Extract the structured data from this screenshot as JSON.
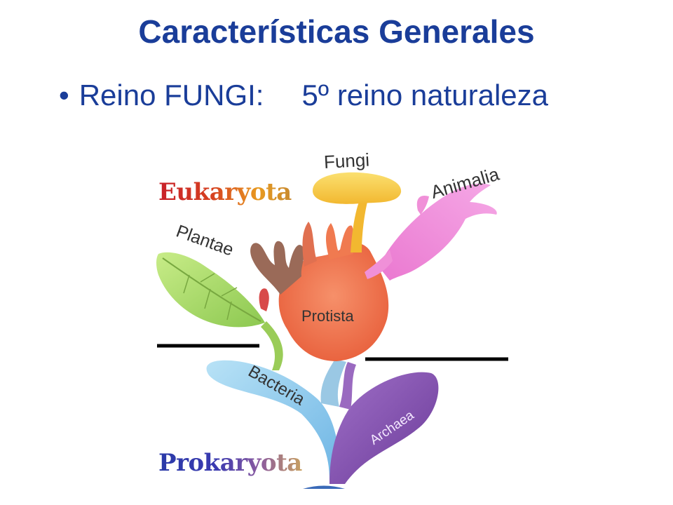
{
  "slide": {
    "title": "Características Generales",
    "bullet": {
      "label": "Reino FUNGI:",
      "value": "5º reino naturaleza"
    }
  },
  "diagram": {
    "domains": {
      "eukaryota": "Eukaryota",
      "prokaryota": "Prokaryota"
    },
    "kingdoms": {
      "fungi": "Fungi",
      "animalia": "Animalia",
      "plantae": "Plantae",
      "protista": "Protista",
      "bacteria": "Bacteria",
      "archaea": "Archaea"
    },
    "colors": {
      "title": "#1a3d99",
      "fungi": "#f7d24a",
      "animalia": "#f08ad8",
      "plantae": "#a8d860",
      "protista": "#f07a50",
      "bacteria": "#8cc8ec",
      "archaea": "#8a50b0",
      "chromista": "#9a6a58"
    }
  }
}
